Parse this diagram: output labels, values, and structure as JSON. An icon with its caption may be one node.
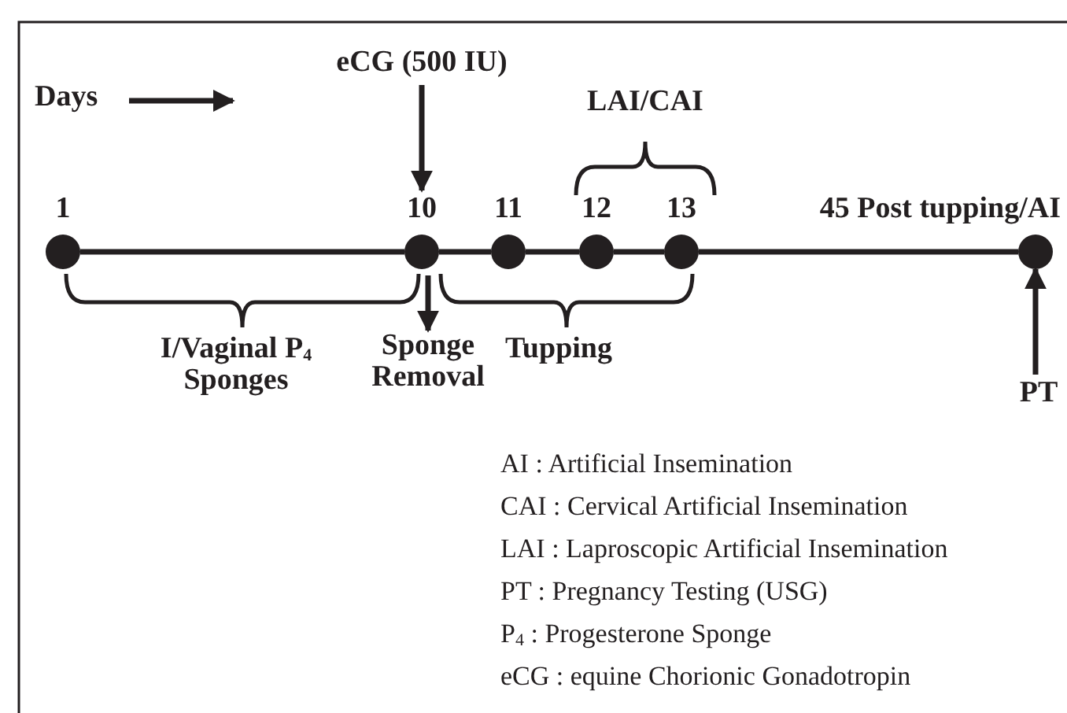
{
  "diagram": {
    "nodes": [
      {
        "text": [],
        "shape": "circle",
        "beside": [
          "1"
        ]
      },
      {
        "text": [],
        "shape": "circle",
        "beside": [
          "10"
        ]
      },
      {
        "text": [],
        "shape": "circle",
        "beside": [
          "11"
        ]
      },
      {
        "text": [],
        "shape": "circle",
        "beside": [
          "12"
        ]
      },
      {
        "text": [],
        "shape": "circle",
        "beside": [
          "13"
        ]
      },
      {
        "text": [],
        "shape": "circle",
        "beside": [
          "45 Post tupping/AI"
        ]
      },
      {
        "text": [
          "eCG (500 IU)"
        ]
      },
      {
        "text": [
          "Sponge Removal"
        ]
      },
      {
        "text": [
          "PT"
        ]
      }
    ],
    "edges": [
      {
        "from": 0,
        "to": 1,
        "arrow": "none"
      },
      {
        "from": 1,
        "to": 2,
        "arrow": "none"
      },
      {
        "from": 2,
        "to": 3,
        "arrow": "none"
      },
      {
        "from": 3,
        "to": 4,
        "arrow": "none"
      },
      {
        "from": 4,
        "to": 5,
        "arrow": "none"
      },
      {
        "from": 6,
        "to": 1,
        "arrow": "to"
      },
      {
        "from": 1,
        "to": 7,
        "arrow": "to"
      },
      {
        "from": 8,
        "to": 5,
        "arrow": "to"
      }
    ],
    "labels": [
      "Days",
      "LAI/CAI",
      "I/Vaginal P$_{4}$ Sponges",
      "Tupping",
      "AI : Artificial Insemination",
      "CAI : Cervical Artificial Insemination",
      "LAI : Laproscopic Artificial Insemination",
      "PT : Pregnancy Testing (USG)",
      "P$_{4}$ : Progesterone Sponge",
      "eCG : equine Chorionic Gonadotropin"
    ]
  }
}
